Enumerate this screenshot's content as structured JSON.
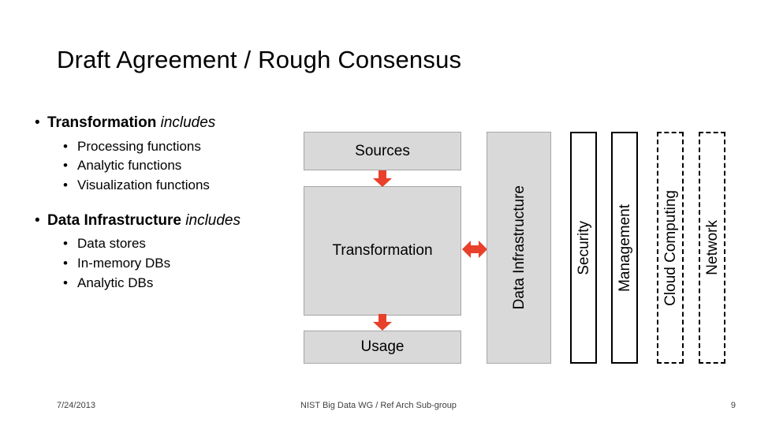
{
  "slide": {
    "title": "Draft Agreement / Rough Consensus",
    "footer": {
      "date": "7/24/2013",
      "center": "NIST Big Data WG / Ref Arch Sub-group",
      "page": "9"
    }
  },
  "bullets": [
    {
      "level1_strong": "Transformation",
      "level1_italic": " includes",
      "children": [
        "Processing functions",
        "Analytic functions",
        "Visualization functions"
      ]
    },
    {
      "level1_strong": "Data Infrastructure",
      "level1_italic": " includes",
      "children": [
        "Data stores",
        "In-memory DBs",
        "Analytic DBs"
      ]
    }
  ],
  "diagram": {
    "boxes": [
      {
        "id": "sources",
        "label": "Sources",
        "style": "solid-gray"
      },
      {
        "id": "transformation",
        "label": "Transformation",
        "style": "solid-gray"
      },
      {
        "id": "usage",
        "label": "Usage",
        "style": "solid-gray"
      }
    ],
    "bars": [
      {
        "id": "data-infrastructure",
        "label": "Data Infrastructure",
        "style": "solid-gray"
      },
      {
        "id": "security",
        "label": "Security",
        "style": "outline-solid"
      },
      {
        "id": "management",
        "label": "Management",
        "style": "outline-solid"
      },
      {
        "id": "cloud-computing",
        "label": "Cloud Computing",
        "style": "outline-dashed"
      },
      {
        "id": "network",
        "label": "Network",
        "style": "outline-dashed"
      }
    ],
    "arrows": [
      {
        "id": "sources-to-transformation",
        "direction": "down",
        "color": "#e8402a"
      },
      {
        "id": "transformation-to-usage",
        "direction": "down",
        "color": "#e8402a"
      },
      {
        "id": "transformation-to-infrastructure",
        "direction": "left-right",
        "color": "#e8402a"
      }
    ],
    "colors": {
      "box_fill": "#d9d9d9",
      "box_border": "#a6a6a6",
      "arrow": "#e8402a",
      "outline": "#000000"
    }
  }
}
